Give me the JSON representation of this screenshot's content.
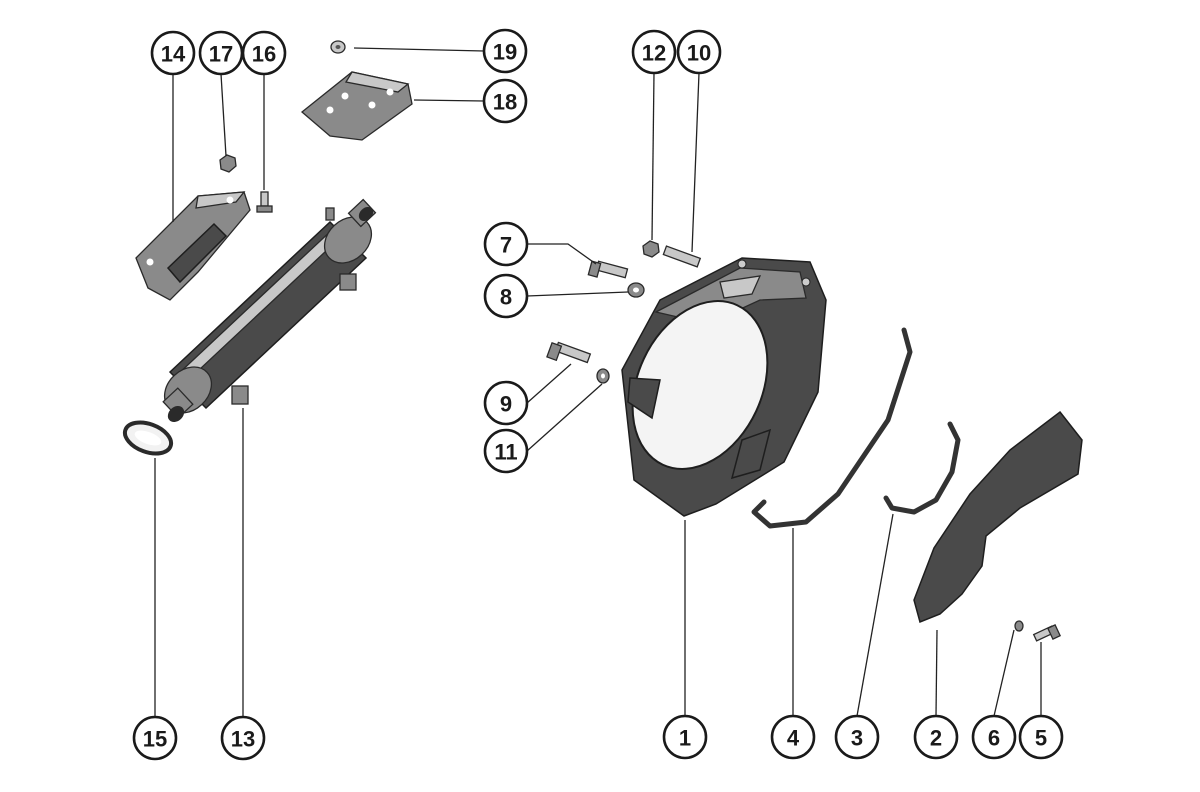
{
  "callouts": [
    {
      "id": "14",
      "label": "14"
    },
    {
      "id": "17",
      "label": "17"
    },
    {
      "id": "16",
      "label": "16"
    },
    {
      "id": "19",
      "label": "19"
    },
    {
      "id": "18",
      "label": "18"
    },
    {
      "id": "12",
      "label": "12"
    },
    {
      "id": "10",
      "label": "10"
    },
    {
      "id": "7",
      "label": "7"
    },
    {
      "id": "8",
      "label": "8"
    },
    {
      "id": "9",
      "label": "9"
    },
    {
      "id": "11",
      "label": "11"
    },
    {
      "id": "15",
      "label": "15"
    },
    {
      "id": "13",
      "label": "13"
    },
    {
      "id": "1",
      "label": "1"
    },
    {
      "id": "4",
      "label": "4"
    },
    {
      "id": "3",
      "label": "3"
    },
    {
      "id": "2",
      "label": "2"
    },
    {
      "id": "6",
      "label": "6"
    },
    {
      "id": "5",
      "label": "5"
    }
  ]
}
